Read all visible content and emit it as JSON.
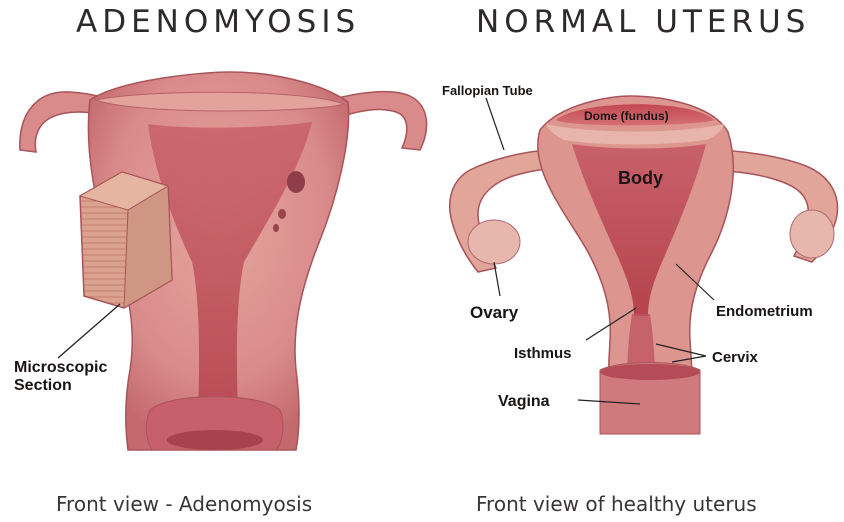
{
  "titles": {
    "left": "ADENOMYOSIS",
    "right": "NORMAL UTERUS"
  },
  "captions": {
    "left": "Front view - Adenomyosis",
    "right": "Front view of healthy uterus"
  },
  "labels": {
    "microscopic_line1": "Microscopic",
    "microscopic_line2": "Section",
    "fallopian_tube": "Fallopian Tube",
    "dome": "Dome (fundus)",
    "body": "Body",
    "ovary": "Ovary",
    "endometrium": "Endometrium",
    "isthmus": "Isthmus",
    "cervix": "Cervix",
    "vagina": "Vagina"
  },
  "colors": {
    "tissue": "#d98a8a",
    "tissue_light": "#e9b3a8",
    "tissue_dark": "#b4484f",
    "cavity": "#c2525c",
    "block": "#dba38f"
  }
}
